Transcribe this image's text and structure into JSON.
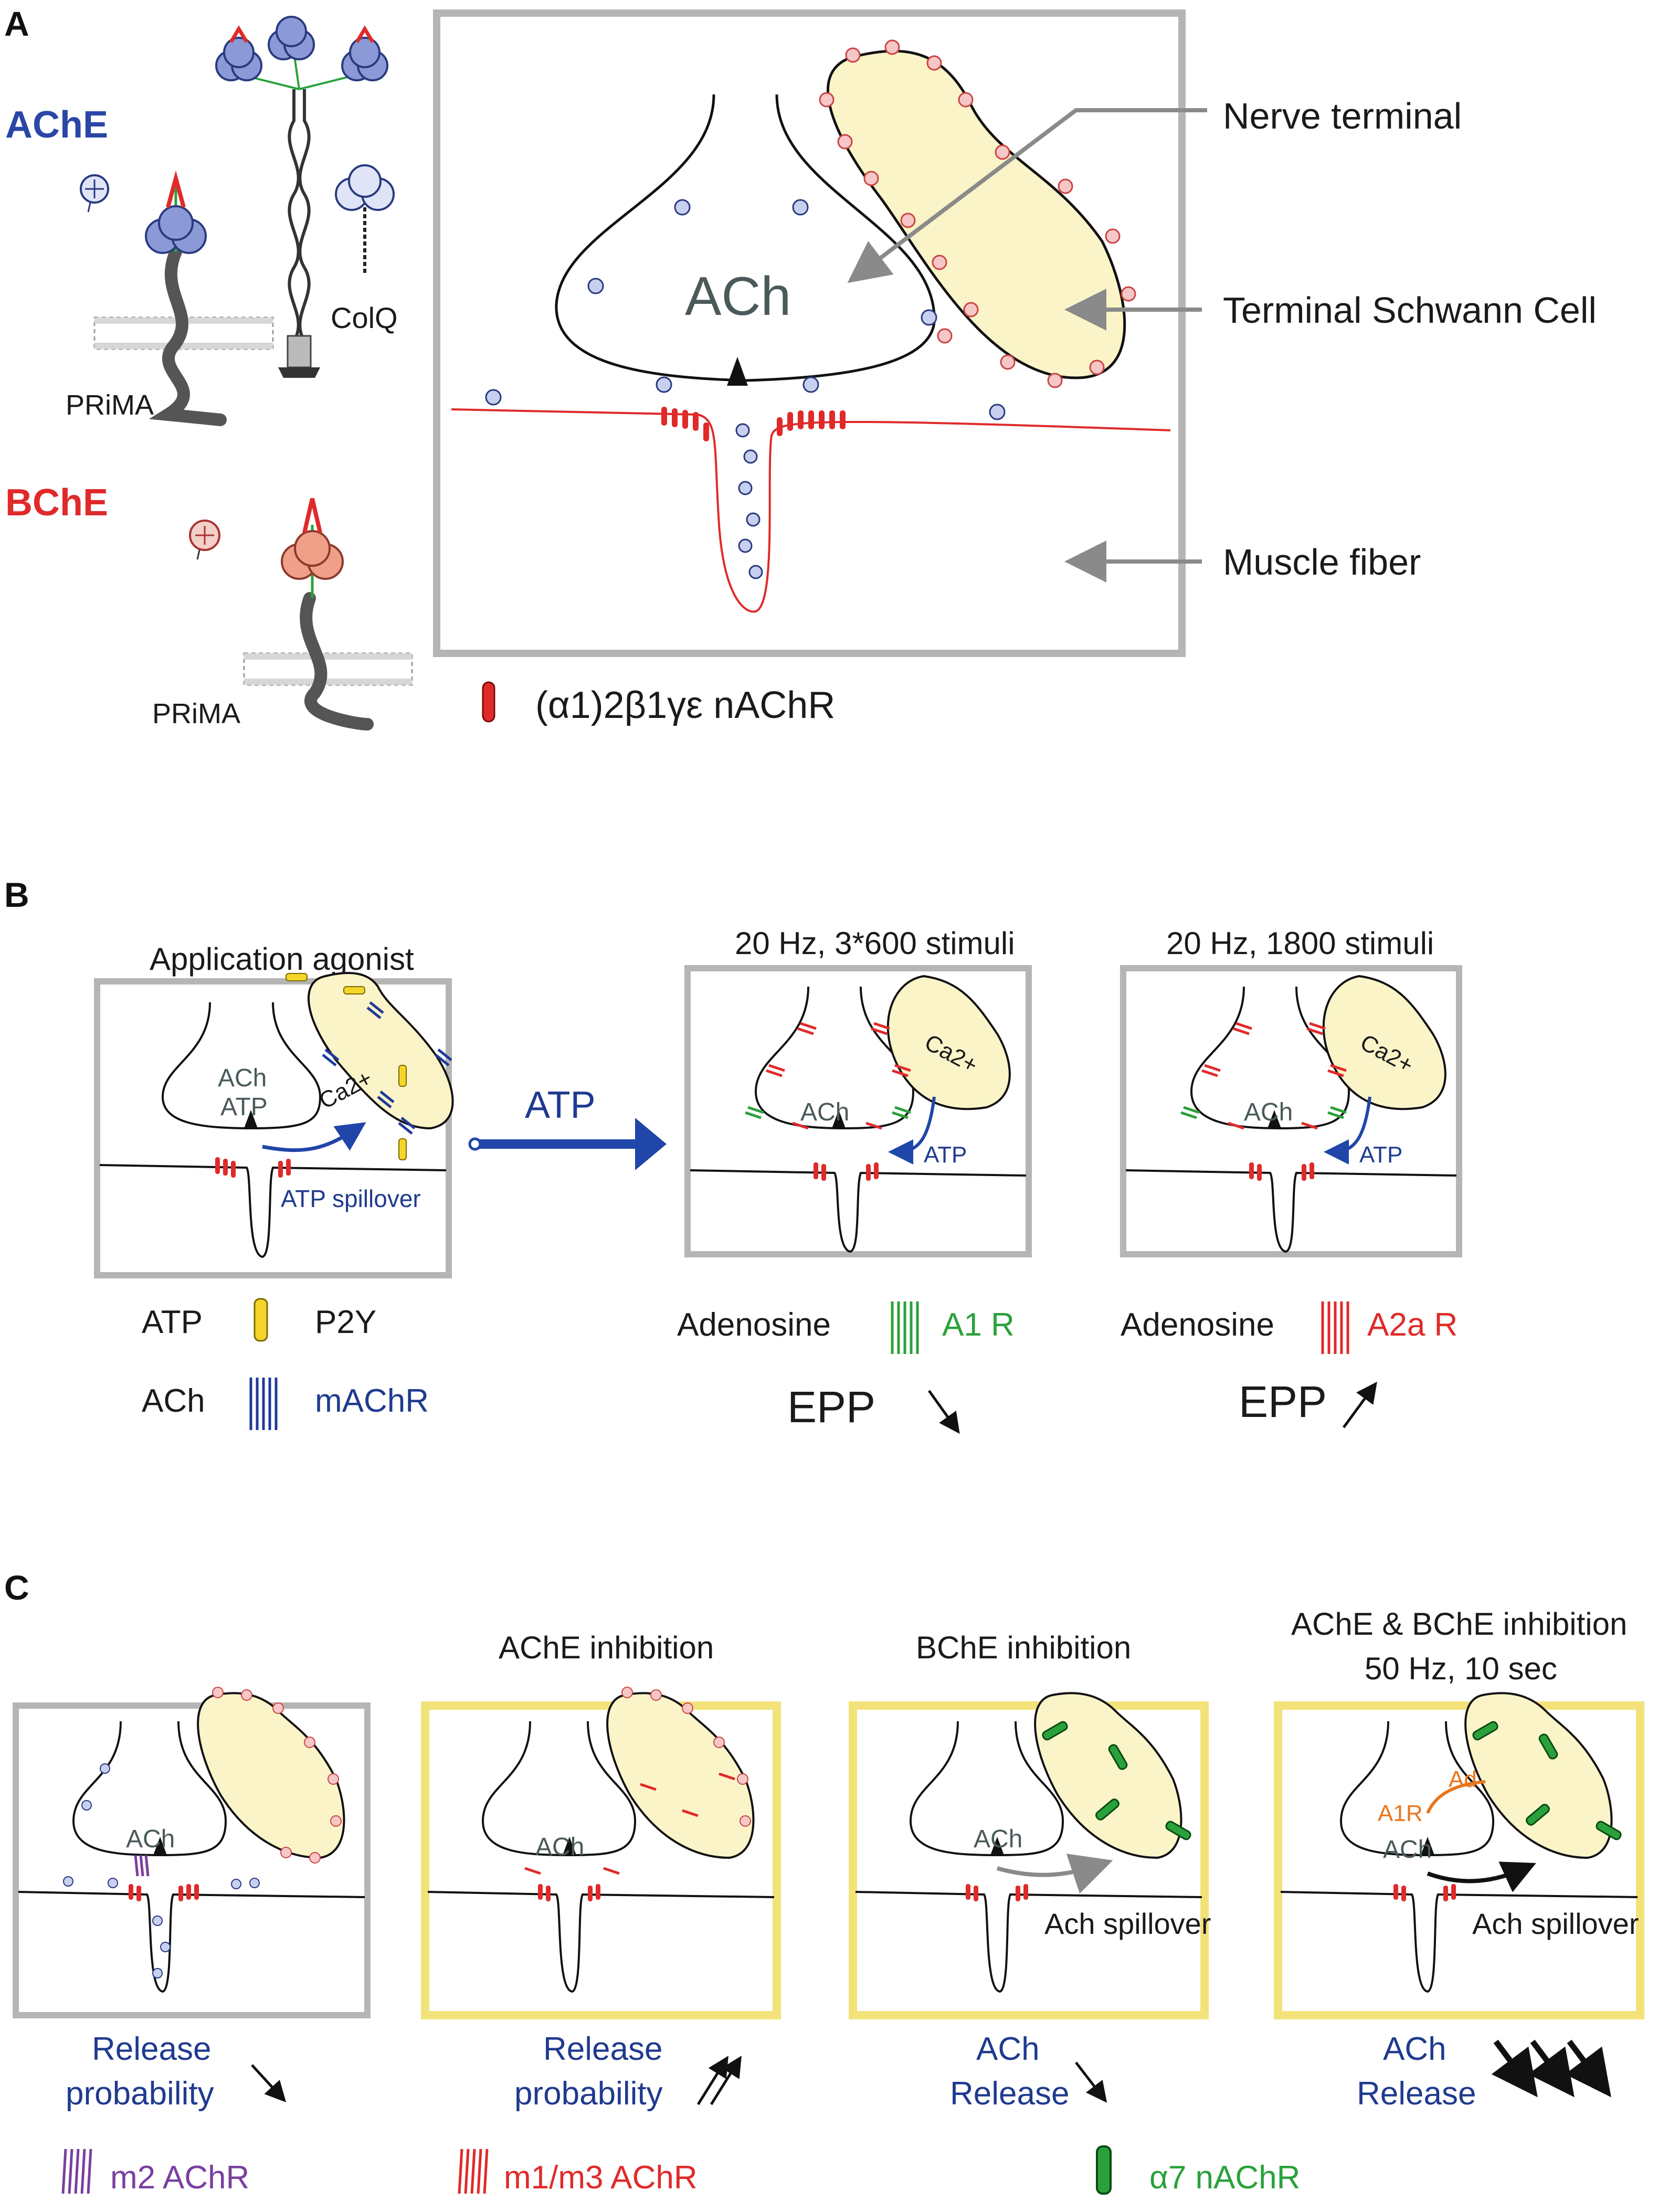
{
  "panel_a": {
    "letter": "A",
    "ache_label": "AChE",
    "bche_label": "BChE",
    "prima_label_1": "PRiMA",
    "prima_label_2": "PRiMA",
    "colq_label": "ColQ",
    "ach_label": "ACh",
    "nerve_terminal_label": "Nerve terminal",
    "schwann_label": "Terminal Schwann Cell",
    "muscle_label": "Muscle fiber",
    "nachr_label": "(α1)2β1γε nAChR"
  },
  "panel_b": {
    "letter": "B",
    "title_1": "Application agonist",
    "title_2": "20 Hz, 3*600 stimuli",
    "title_3": "20 Hz, 1800 stimuli",
    "ach": "ACh",
    "atp": "ATP",
    "ca": "Ca2+",
    "atp_spillover": "ATP spillover",
    "atp_arrow_label": "ATP",
    "legend_atp": "ATP",
    "legend_p2y": "P2Y",
    "legend_ach": "ACh",
    "legend_machr": "mAChR",
    "adenosine": "Adenosine",
    "a1r": "A1 R",
    "a2ar": "A2a R",
    "epp": "EPP"
  },
  "panel_c": {
    "letter": "C",
    "title_2": "AChE inhibition",
    "title_3": "BChE inhibition",
    "title_4a": "AChE & BChE inhibition",
    "title_4b": "50 Hz, 10 sec",
    "ach": "ACh",
    "ach_spillover": "Ach spillover",
    "a1r": "A1R",
    "ad": "Ad",
    "release_probability_1": "Release",
    "release_probability_2": "probability",
    "ach_release_1": "ACh",
    "ach_release_2": "Release",
    "legend_m2": "m2 AChR",
    "legend_m1m3": "m1/m3 AChR",
    "legend_a7": "α7 nAChR"
  },
  "colors": {
    "ache_blue": "#2a46a6",
    "bche_red": "#e02a2a",
    "schwann_fill": "#fbf4c8",
    "nachr_red": "#e02a2a",
    "atp_arrow_blue": "#1f46a8",
    "a1r_green": "#2aa13a",
    "inhibition_frame_yellow": "#f3e27a",
    "frame_grey": "#a8a8a8"
  }
}
